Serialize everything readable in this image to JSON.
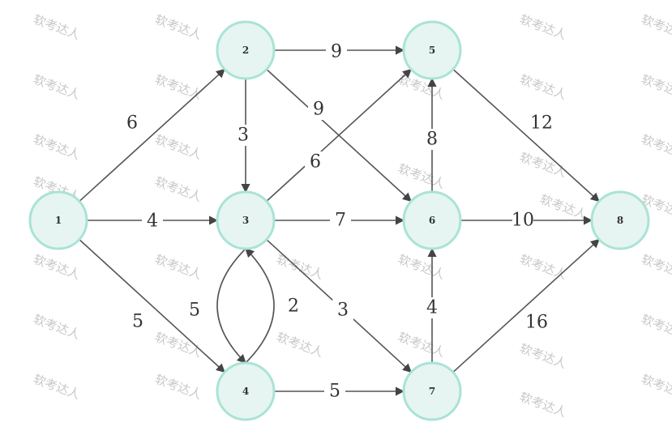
{
  "watermark": "软考达人",
  "nodes": [
    {
      "id": "1",
      "label": "1"
    },
    {
      "id": "2",
      "label": "2"
    },
    {
      "id": "3",
      "label": "3"
    },
    {
      "id": "4",
      "label": "4"
    },
    {
      "id": "5",
      "label": "5"
    },
    {
      "id": "6",
      "label": "6"
    },
    {
      "id": "7",
      "label": "7"
    },
    {
      "id": "8",
      "label": "8"
    }
  ],
  "edges": [
    {
      "from": "1",
      "to": "2",
      "weight": "6"
    },
    {
      "from": "1",
      "to": "3",
      "weight": "4"
    },
    {
      "from": "1",
      "to": "4",
      "weight": "5"
    },
    {
      "from": "2",
      "to": "5",
      "weight": "9"
    },
    {
      "from": "2",
      "to": "3",
      "weight": "3"
    },
    {
      "from": "2",
      "to": "6",
      "weight": "9"
    },
    {
      "from": "3",
      "to": "5",
      "weight": "6"
    },
    {
      "from": "3",
      "to": "6",
      "weight": "7"
    },
    {
      "from": "3",
      "to": "7",
      "weight": "3"
    },
    {
      "from": "3",
      "to": "4",
      "weight": "5",
      "curve": "left"
    },
    {
      "from": "4",
      "to": "3",
      "weight": "2",
      "curve": "right"
    },
    {
      "from": "4",
      "to": "7",
      "weight": "5"
    },
    {
      "from": "6",
      "to": "5",
      "weight": "8"
    },
    {
      "from": "6",
      "to": "8",
      "weight": "10"
    },
    {
      "from": "7",
      "to": "6",
      "weight": "4"
    },
    {
      "from": "5",
      "to": "8",
      "weight": "12"
    },
    {
      "from": "7",
      "to": "8",
      "weight": "16"
    }
  ]
}
